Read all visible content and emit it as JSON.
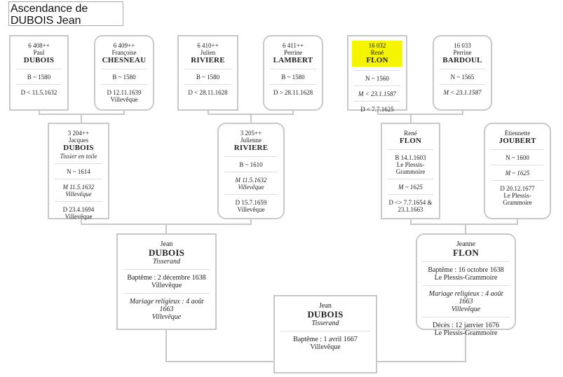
{
  "title_line1": "Ascendance de",
  "title_line2": "DUBOIS Jean",
  "highlight_color": "#f5f500",
  "persons": [
    {
      "id": "p6408",
      "sosa": "6 408++",
      "first": "Paul",
      "surname": "DUBOIS",
      "sections": [
        {
          "lines": [
            "B ~ 1580"
          ]
        },
        {
          "lines": [
            "D < 11.5.1632"
          ]
        }
      ]
    },
    {
      "id": "p6409",
      "sosa": "6 409++",
      "first": "Françoise",
      "surname": "CHESNEAU",
      "sections": [
        {
          "lines": [
            "B ~ 1580"
          ]
        },
        {
          "lines": [
            "D 12.11.1639",
            "Villevêque"
          ]
        }
      ]
    },
    {
      "id": "p6410",
      "sosa": "6 410++",
      "first": "Julien",
      "surname": "RIVIERE",
      "sections": [
        {
          "lines": [
            "B ~ 1580"
          ]
        },
        {
          "lines": [
            "D < 28.11.1628"
          ]
        }
      ]
    },
    {
      "id": "p6411",
      "sosa": "6 411++",
      "first": "Perrine",
      "surname": "LAMBERT",
      "sections": [
        {
          "lines": [
            "B ~ 1580"
          ]
        },
        {
          "lines": [
            "D > 28.11.1628"
          ]
        }
      ]
    },
    {
      "id": "p16032",
      "sosa": "16 032",
      "first": "René",
      "surname": "FLON",
      "highlighted": true,
      "sections": [
        {
          "lines": [
            "N ~ 1560"
          ]
        },
        {
          "lines": [
            "M < 23.1.1587"
          ],
          "italic": true
        },
        {
          "lines": [
            "D < 7.7.1625"
          ]
        }
      ]
    },
    {
      "id": "p16033",
      "sosa": "16 033",
      "first": "Perrine",
      "surname": "BARDOUL",
      "sections": [
        {
          "lines": [
            "N ~ 1565"
          ]
        },
        {
          "lines": [
            "M < 23.1.1587"
          ],
          "italic": true
        }
      ]
    },
    {
      "id": "p3204",
      "sosa": "3 204++",
      "first": "Jacques",
      "surname": "DUBOIS",
      "occupation": "Tissier en toile",
      "sections": [
        {
          "lines": [
            "N ~ 1614"
          ]
        },
        {
          "lines": [
            "M 11.5.1632",
            "Villevêque"
          ],
          "italic": true
        },
        {
          "lines": [
            "D 23.4.1694",
            "Villevêque"
          ]
        }
      ]
    },
    {
      "id": "p3205",
      "sosa": "3 205++",
      "first": "Julienne",
      "surname": "RIVIERE",
      "sections": [
        {
          "lines": [
            "B ~ 1610"
          ]
        },
        {
          "lines": [
            "M 11.5.1632",
            "Villevêque"
          ],
          "italic": true
        },
        {
          "lines": [
            "D 15.7.1659",
            "Villevêque"
          ]
        }
      ]
    },
    {
      "id": "pReneFlon",
      "first": "René",
      "surname": "FLON",
      "sections": [
        {
          "lines": [
            "B 14.1.1603",
            "Le Plessis-Grammoire"
          ]
        },
        {
          "lines": [
            "M ~ 1625"
          ],
          "italic": true
        },
        {
          "lines": [
            "D <> 7.7.1654 & 23.1.1663"
          ]
        }
      ]
    },
    {
      "id": "pJoubert",
      "first": "Étiennette",
      "surname": "JOUBERT",
      "sections": [
        {
          "lines": [
            "N ~ 1600"
          ]
        },
        {
          "lines": [
            "M ~ 1625"
          ],
          "italic": true
        },
        {
          "lines": [
            "D 20.12.1677",
            "Le Plessis-Grammoire"
          ]
        }
      ]
    },
    {
      "id": "pJeanFather",
      "first": "Jean",
      "surname": "DUBOIS",
      "occupation": "Tisserand",
      "sections": [
        {
          "lines": [
            "Baptême : 2 décembre 1638",
            "Villevêque"
          ]
        },
        {
          "lines": [
            "Mariage religieux : 4 août 1663",
            "Villevêque"
          ],
          "italic": true
        }
      ]
    },
    {
      "id": "pJeanne",
      "first": "Jeanne",
      "surname": "FLON",
      "sections": [
        {
          "lines": [
            "Baptême : 16 octobre 1638",
            "Le Plessis-Grammoire"
          ]
        },
        {
          "lines": [
            "Mariage religieux : 4 août 1663",
            "Villevêque"
          ],
          "italic": true
        },
        {
          "lines": [
            "Décès : 12 janvier 1676",
            "Le Plessis-Grammoire"
          ]
        }
      ]
    },
    {
      "id": "pJeanChild",
      "first": "Jean",
      "surname": "DUBOIS",
      "occupation": "Tisserand",
      "sections": [
        {
          "lines": [
            "Baptême : 1 avril 1667",
            "Villevêque"
          ]
        }
      ]
    }
  ]
}
